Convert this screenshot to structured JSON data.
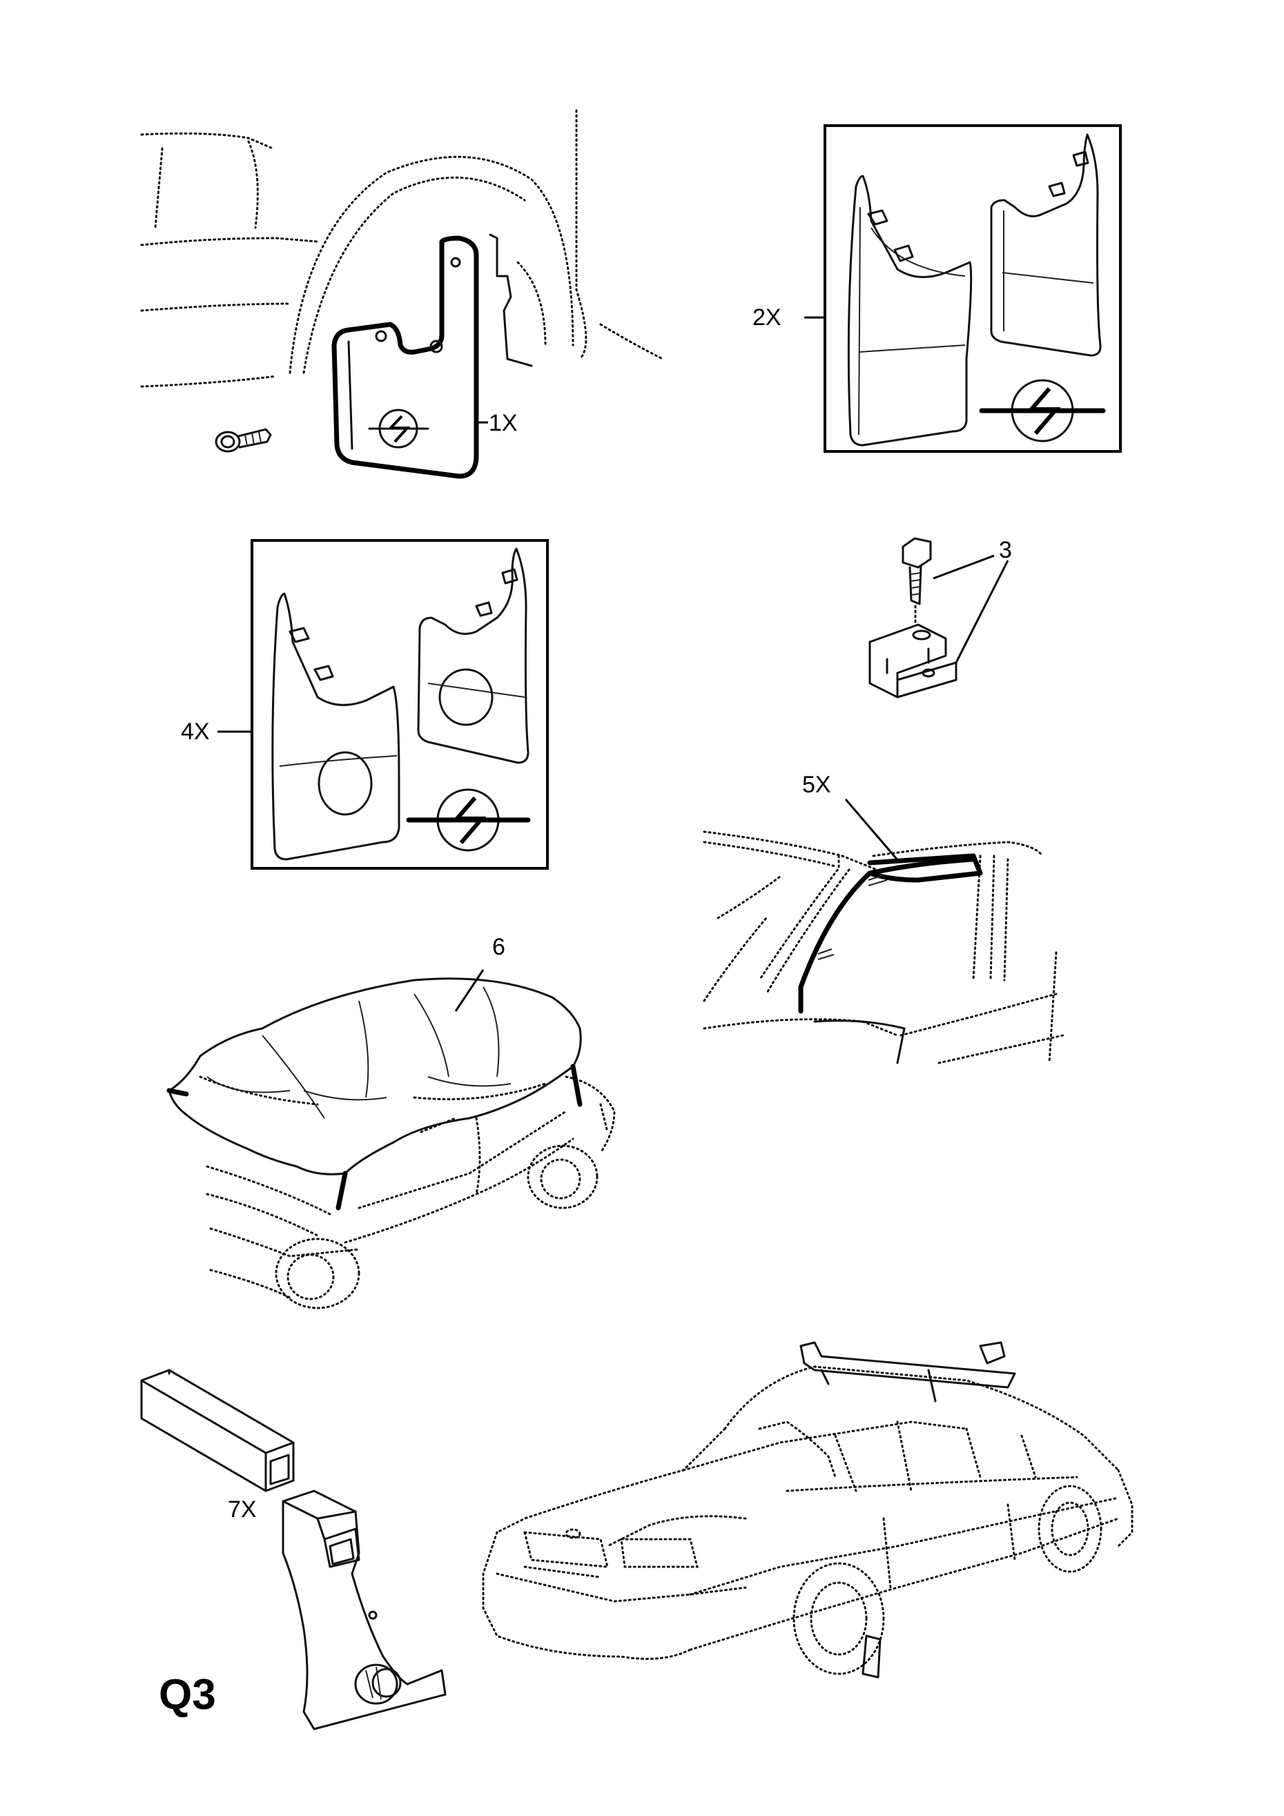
{
  "page_code": "Q3",
  "callouts": {
    "c1": "1X",
    "c2": "2X",
    "c3": "3",
    "c4": "4X",
    "c5": "5X",
    "c6": "6",
    "c7": "7X"
  }
}
